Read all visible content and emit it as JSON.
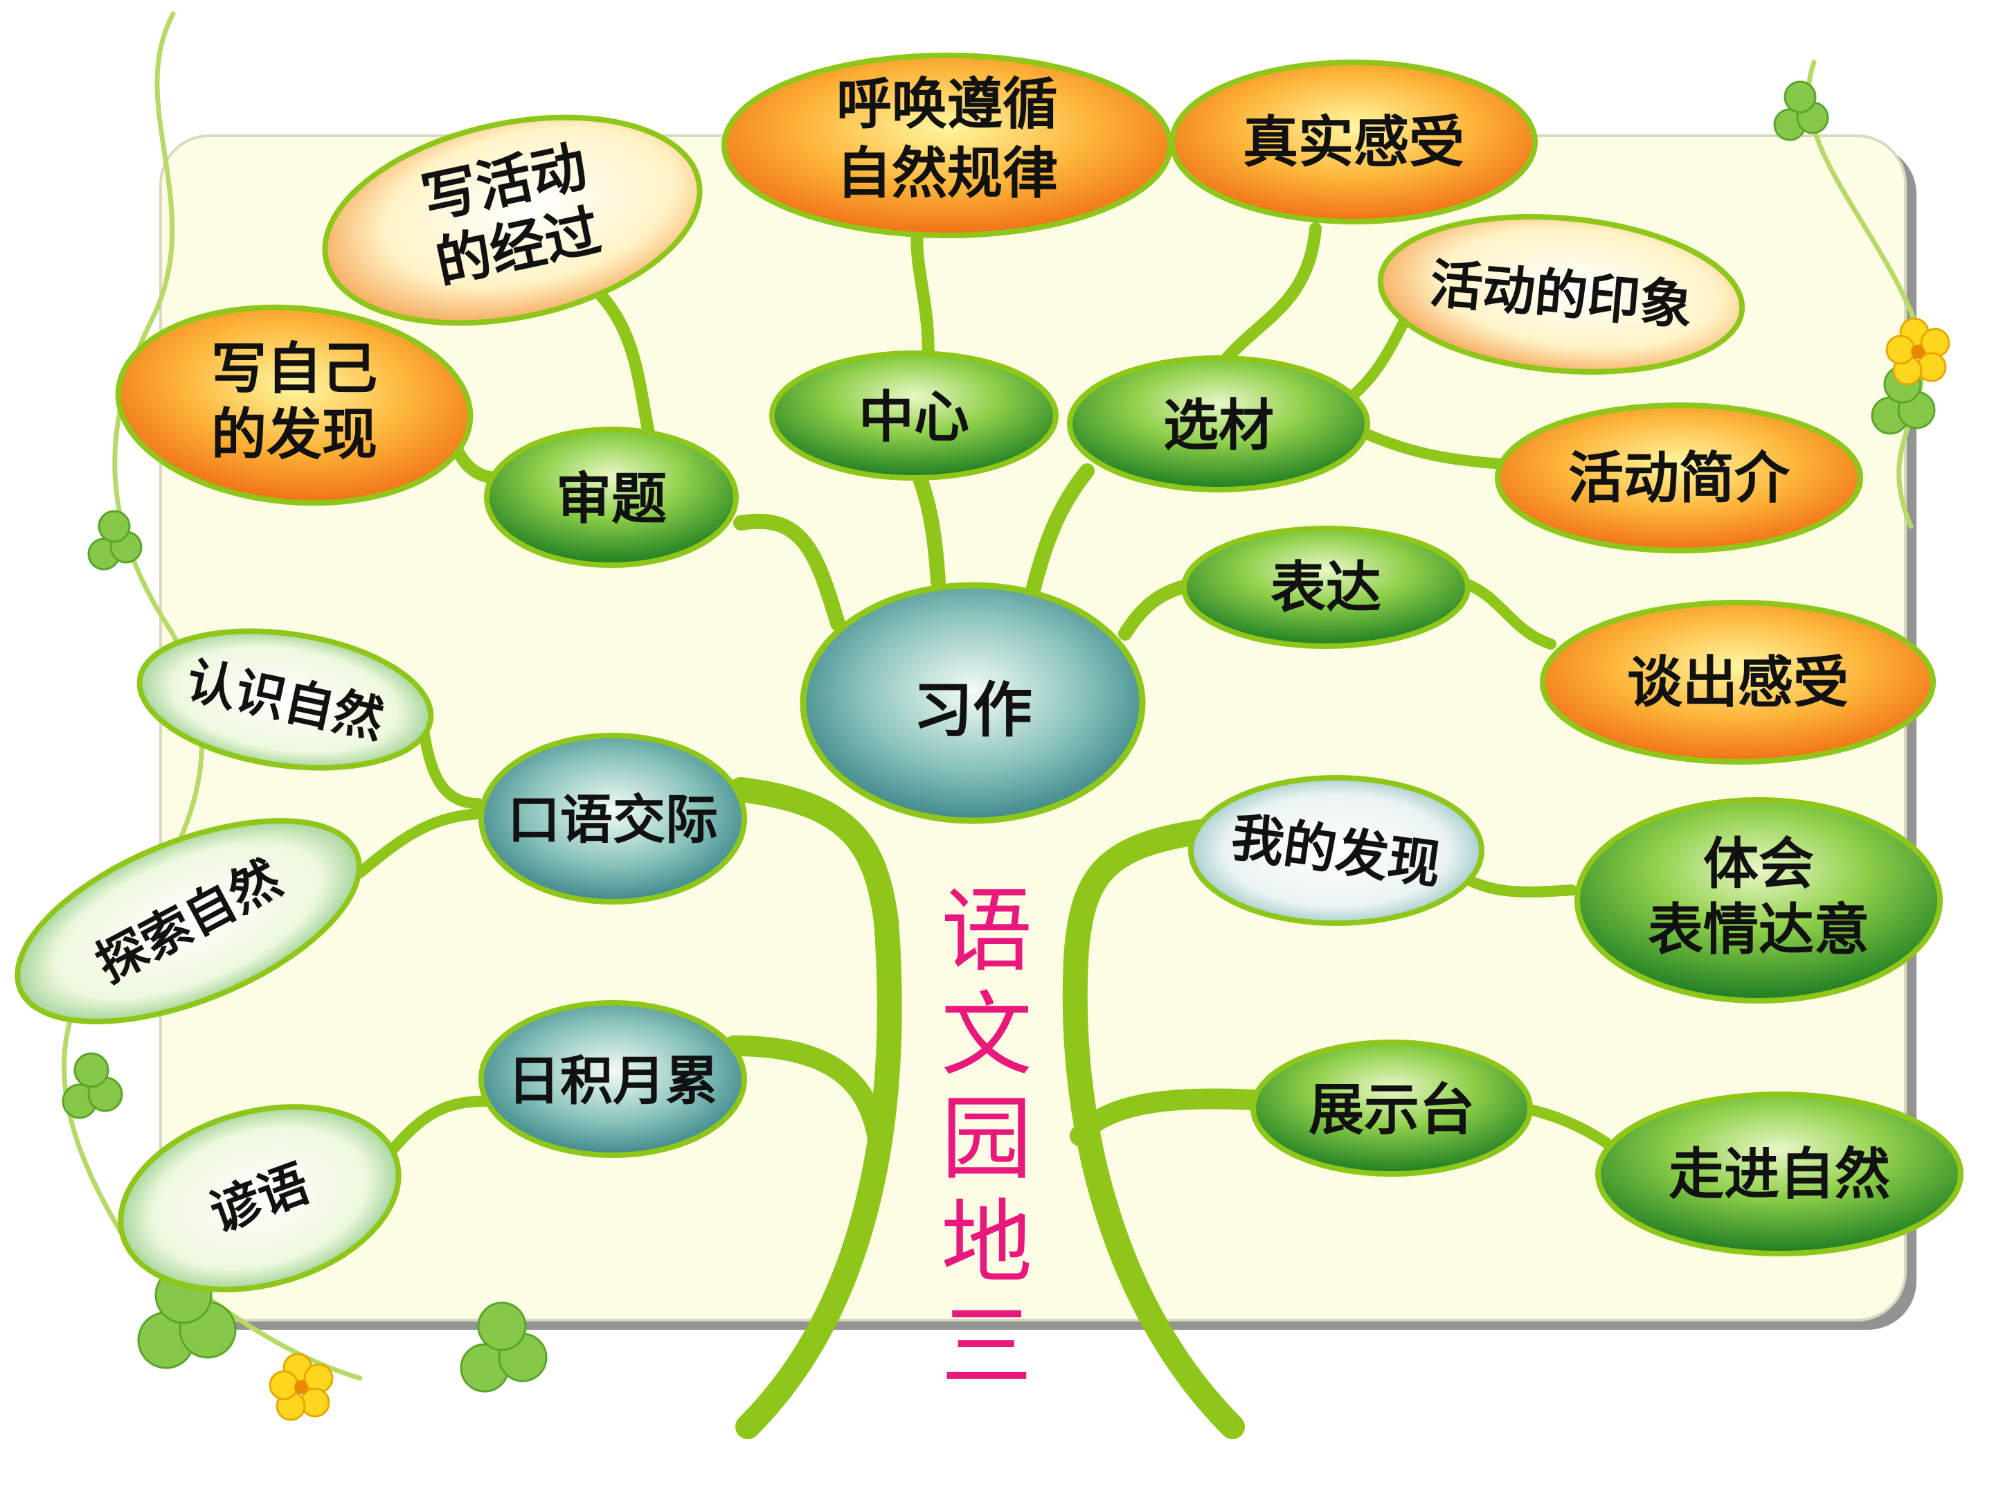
{
  "title": "语文园地三",
  "center": "习作",
  "branches": {
    "shenti": "审题",
    "zhongxin": "中心",
    "xuancai": "选材",
    "biaoda": "表达",
    "kouyu": "口语交际",
    "rijiyuelei": "日积月累",
    "wodefaxian": "我的发现",
    "zhanshitai": "展示台"
  },
  "leaves": {
    "xiehuodong": [
      "写活动",
      "的经过"
    ],
    "xiezijifaxian": [
      "写自己",
      "的发现"
    ],
    "huhuan": [
      "呼唤遵循",
      "自然规律"
    ],
    "zhenshi": "真实感受",
    "yinxiang": "活动的印象",
    "jianjie": "活动简介",
    "tanchu": "谈出感受",
    "renshi": "认识自然",
    "tansuo": "探索自然",
    "yanyu": "谚语",
    "tihui": [
      "体会",
      "表情达意"
    ],
    "zoujin": "走进自然"
  },
  "colors": {
    "branch": "#8ec61a",
    "green_node": "#2f9a2f",
    "teal_node": "#2f8c90",
    "orange_node": "#f07a1a",
    "title": "#e8187c"
  }
}
